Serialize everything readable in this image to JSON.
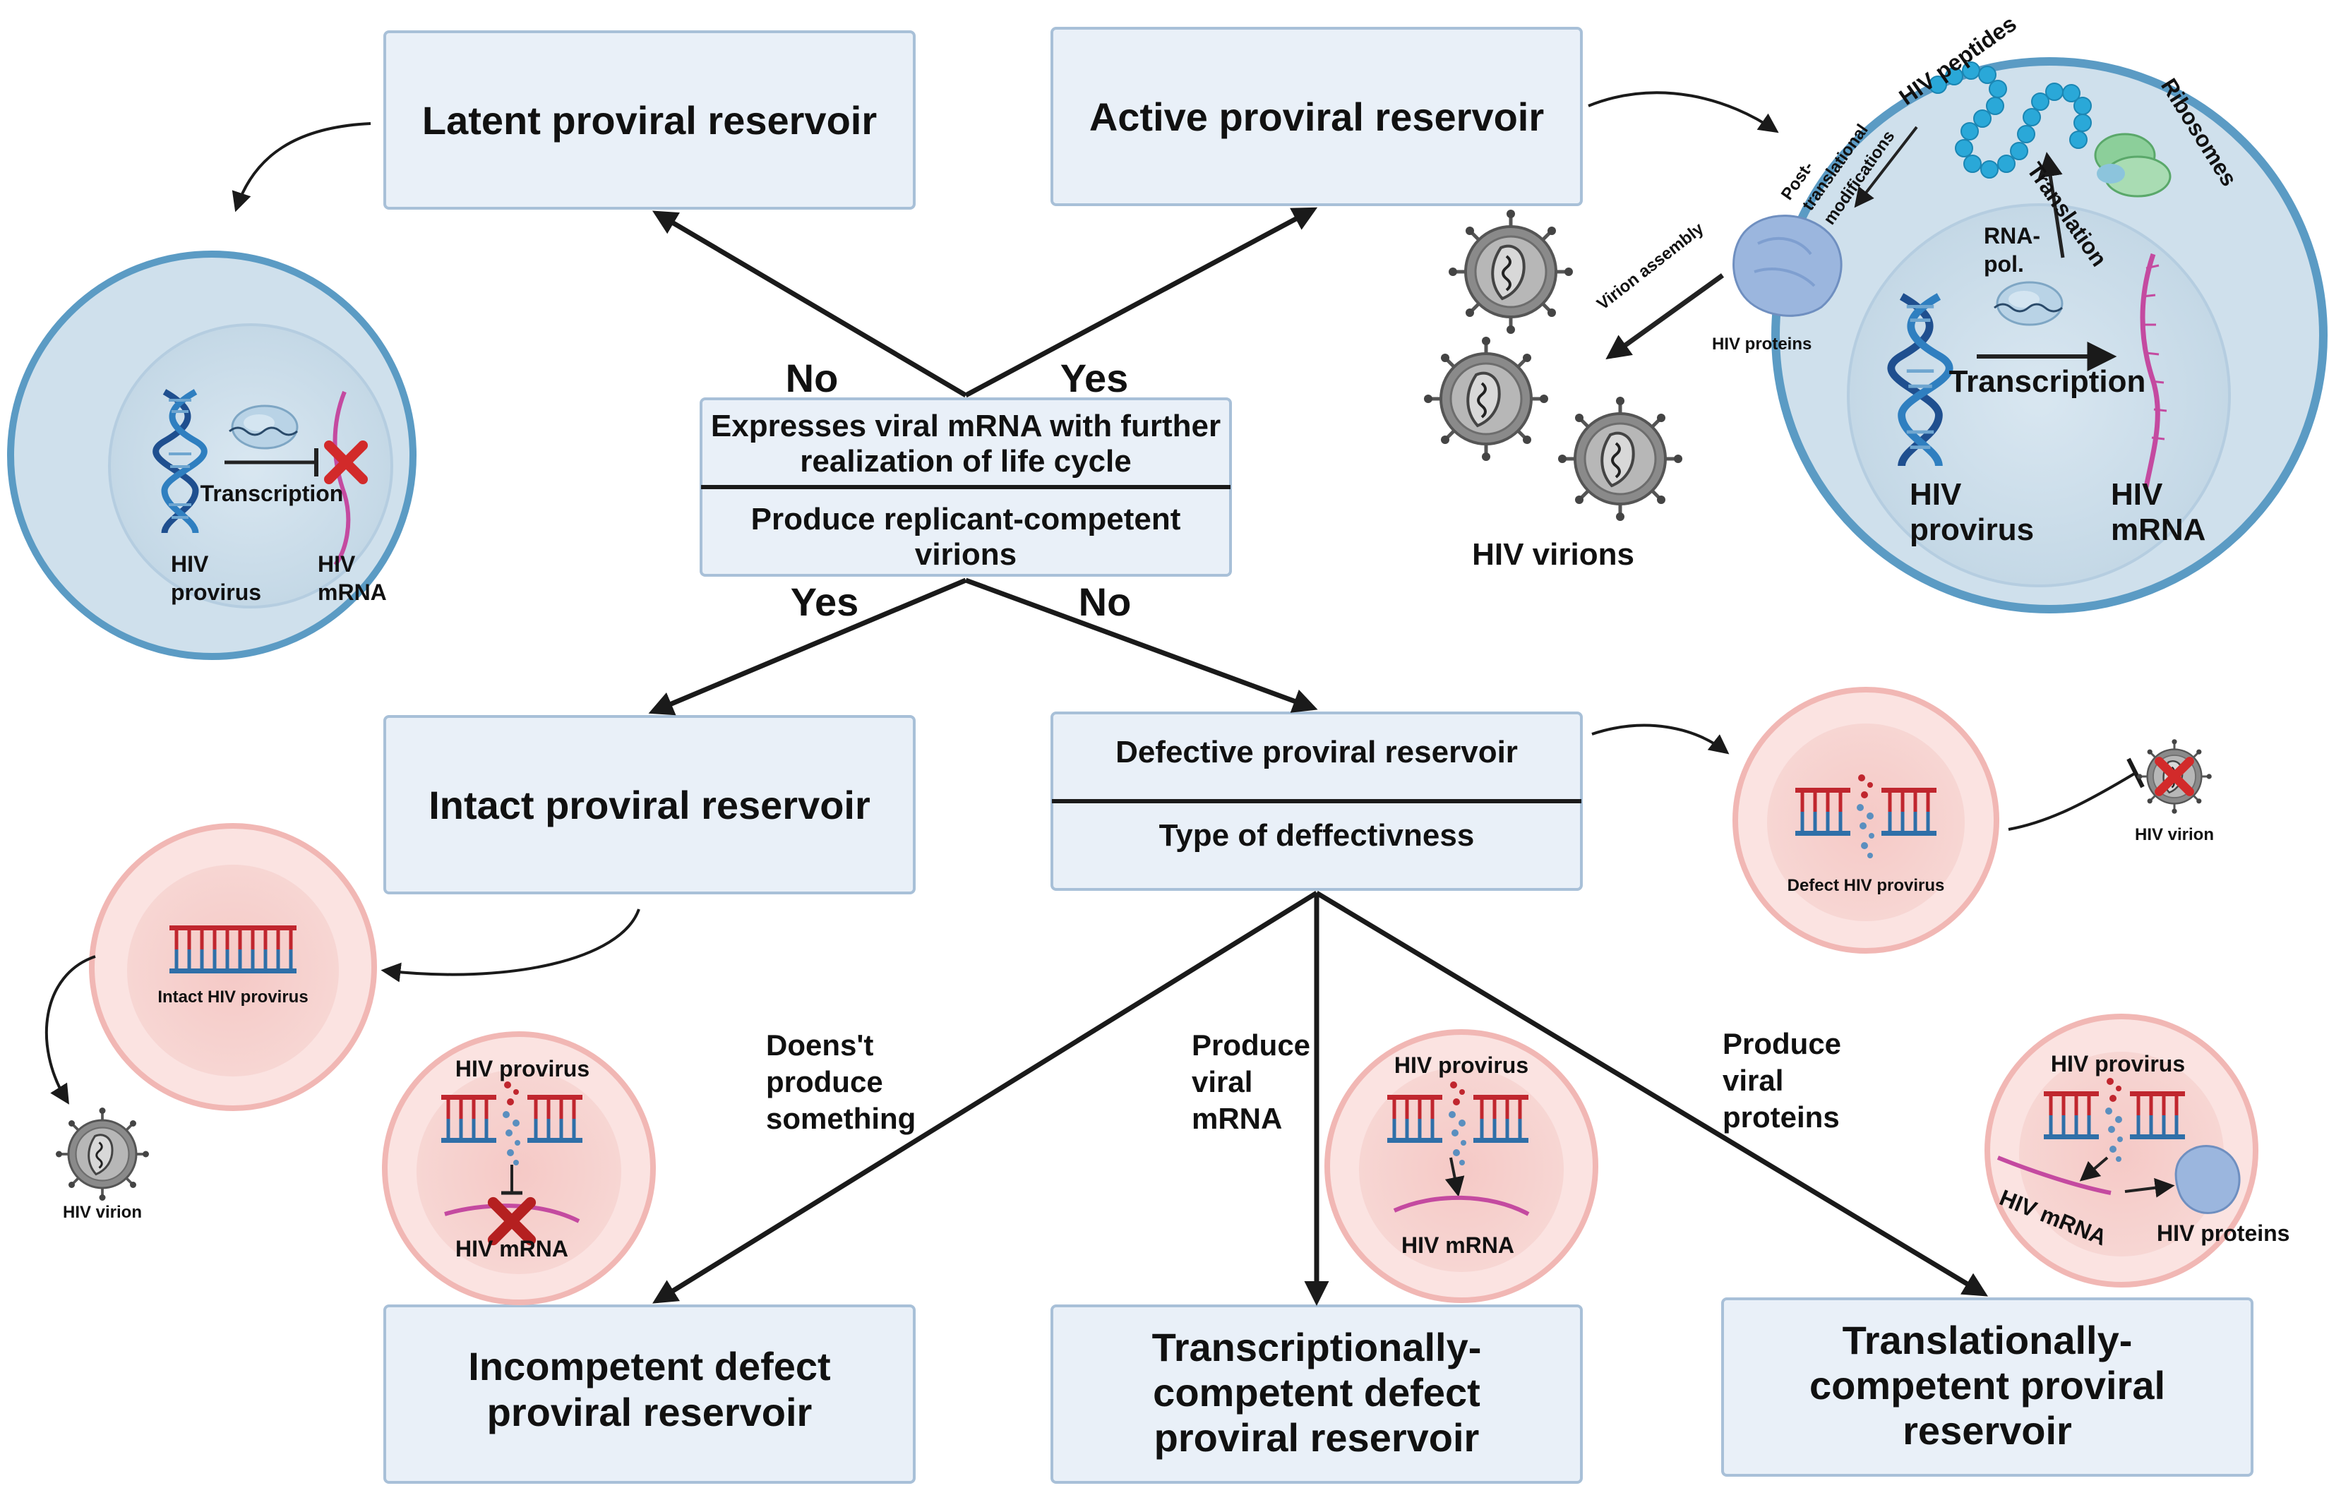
{
  "boxes": {
    "latent": "Latent proviral reservoir",
    "active": "Active proviral reservoir",
    "intact": "Intact proviral reservoir",
    "defective": "Defective proviral reservoir",
    "defect_type": "Type of deffectivness",
    "incompetent_1": "Incompetent defect",
    "incompetent_2": "proviral reservoir",
    "transcriptional_1": "Transcriptionally-",
    "transcriptional_2": "competent defect",
    "transcriptional_3": "proviral reservoir",
    "translational_1": "Translationally-",
    "translational_2": "competent proviral",
    "translational_3": "reservoir"
  },
  "question": {
    "q1_line1": "Expresses viral mRNA with further",
    "q1_line2": "realization of life cycle",
    "q2_line1": "Produce replicant-competent",
    "q2_line2": "virions"
  },
  "answers": {
    "no_top": "No",
    "yes_top": "Yes",
    "yes_bottom": "Yes",
    "no_bottom": "No"
  },
  "branches": {
    "b1_l1": "Doens't",
    "b1_l2": "produce",
    "b1_l3": "something",
    "b2_l1": "Produce",
    "b2_l2": "viral",
    "b2_l3": "mRNA",
    "b3_l1": "Produce",
    "b3_l2": "viral",
    "b3_l3": "proteins"
  },
  "latent_cell": {
    "transcription": "Transcription",
    "provirus_l1": "HIV",
    "provirus_l2": "provirus",
    "mrna_l1": "HIV",
    "mrna_l2": "mRNA"
  },
  "active_cell": {
    "hiv_peptides": "HIV peptides",
    "ribosomes": "Ribosomes",
    "post_l1": "Post-",
    "post_l2": "translational",
    "post_l3": "modifications",
    "translation": "Translation",
    "rnapol_l1": "RNA-",
    "rnapol_l2": "pol.",
    "hiv_proteins": "HIV proteins",
    "transcription": "Transcription",
    "provirus_l1": "HIV",
    "provirus_l2": "provirus",
    "mrna_l1": "HIV",
    "mrna_l2": "mRNA",
    "virion_assembly": "Virion assembly"
  },
  "virions_label": "HIV virions",
  "intact_cell": {
    "label": "Intact HIV provirus"
  },
  "defect_cell": {
    "label": "Defect HIV provirus",
    "virion": "HIV virion"
  },
  "left_virion": "HIV virion",
  "cell_incompetent": {
    "provirus": "HIV provirus",
    "mrna": "HIV mRNA"
  },
  "cell_transcriptional": {
    "provirus": "HIV provirus",
    "mrna": "HIV mRNA"
  },
  "cell_translational": {
    "provirus": "HIV provirus",
    "mrna": "HIV mRNA",
    "proteins": "HIV proteins"
  },
  "colors": {
    "box_fill": "#e9f0f8",
    "box_stroke": "#a8c0d8",
    "cell_blue_outer": "#cfe0ec",
    "cell_blue_ring": "#5b9bc4",
    "cell_pink_outer": "#fbe3e1",
    "cell_pink_ring": "#f1b7b4",
    "dna_red": "#c0262e",
    "dna_blue": "#2f6fa8",
    "mrna_pink": "#c44aa0",
    "cross_red": "#d22a2a"
  }
}
